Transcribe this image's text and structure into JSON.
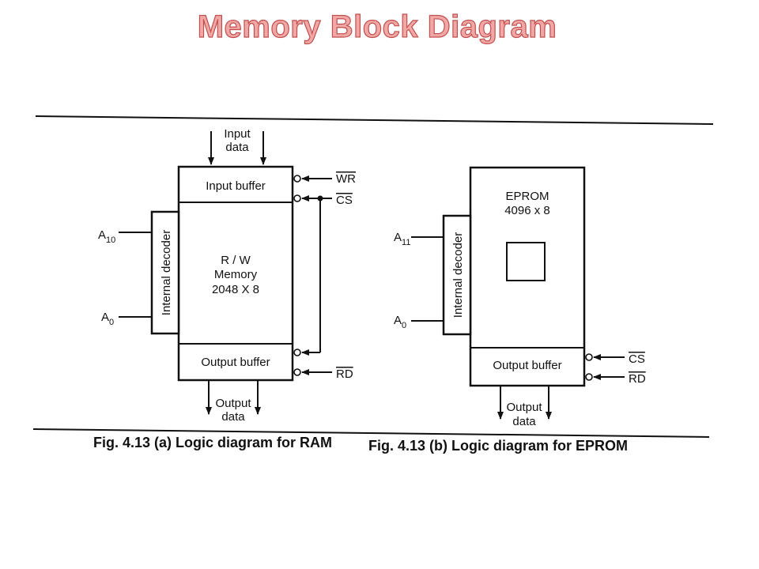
{
  "title": "Memory Block Diagram",
  "ram": {
    "input_data": [
      "Input",
      "data"
    ],
    "input_buffer": "Input buffer",
    "memory": [
      "R / W",
      "Memory",
      "2048 X 8"
    ],
    "decoder": "Internal decoder",
    "addr_high": "A",
    "addr_high_sub": "10",
    "addr_low": "A",
    "addr_low_sub": "0",
    "output_buffer": "Output buffer",
    "output_data": [
      "Output",
      "data"
    ],
    "wr": "WR",
    "cs": "CS",
    "rd": "RD",
    "caption": "Fig. 4.13 (a) Logic diagram for RAM"
  },
  "eprom": {
    "memory": [
      "EPROM",
      "4096 x 8"
    ],
    "decoder": "Internal decoder",
    "addr_high": "A",
    "addr_high_sub": "11",
    "addr_low": "A",
    "addr_low_sub": "0",
    "output_buffer": "Output buffer",
    "output_data": [
      "Output",
      "data"
    ],
    "cs": "CS",
    "rd": "RD",
    "caption": "Fig. 4.13 (b) Logic diagram for EPROM"
  }
}
